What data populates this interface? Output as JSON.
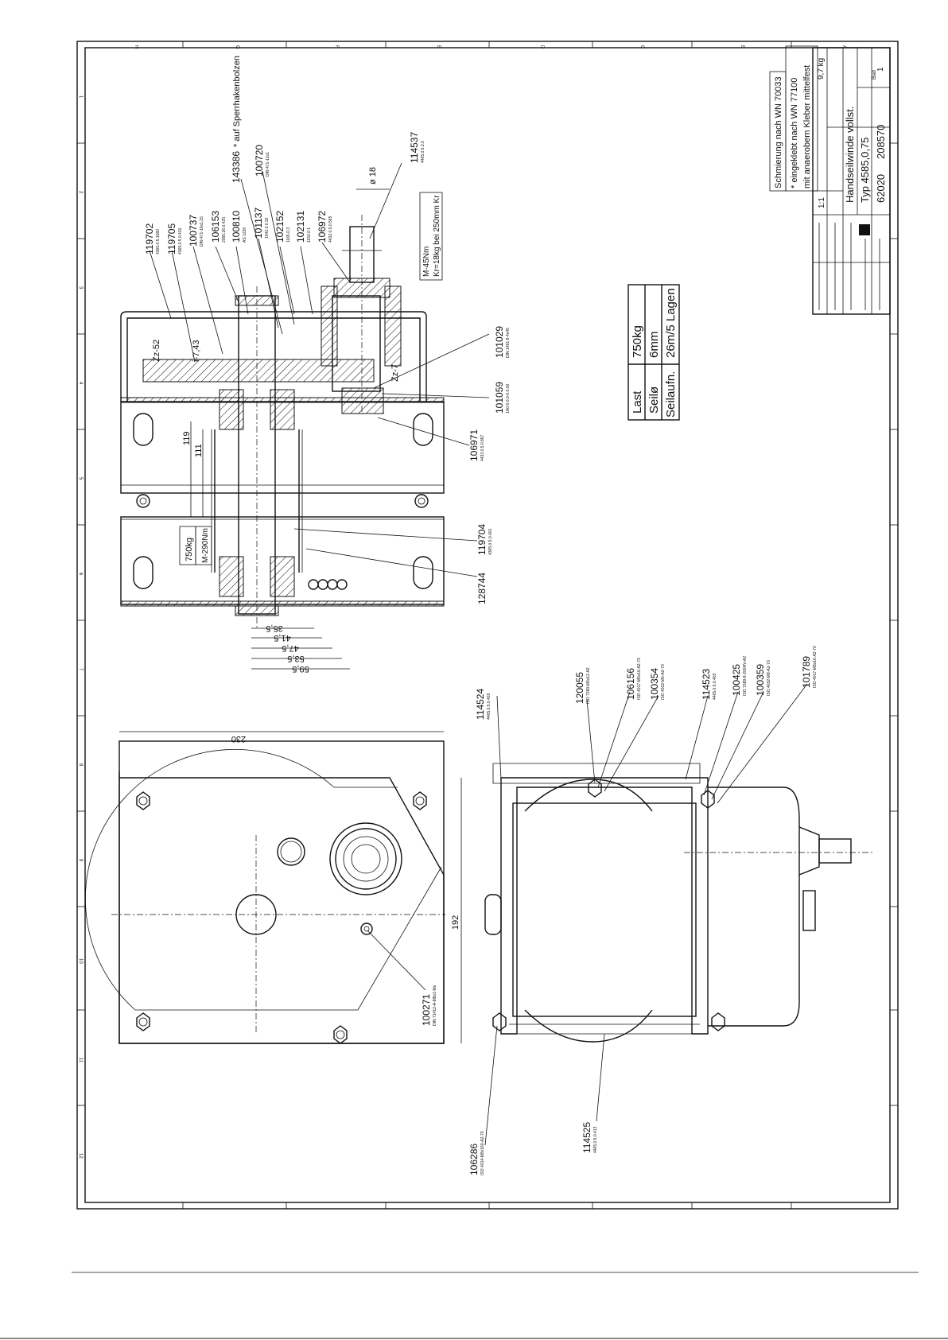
{
  "drawing": {
    "lubrication_note": "Schmierung nach WN 70033",
    "adhesive_note_1": "* eingeklebt nach WN 77100",
    "adhesive_note_2": "mit anaerobem Kleber mittelfest",
    "spec_table": {
      "rows": [
        {
          "label": "Last",
          "value": "750kg"
        },
        {
          "label": "Seilø",
          "value": "6mm"
        },
        {
          "label": "Seilaufn.",
          "value": "26m/5 Lagen"
        }
      ]
    },
    "torque_note_1": "M-45Nm",
    "torque_note_2": "Kr=18kg bei 250mm Kr",
    "load_label": "750kg",
    "moment_label": "M-290Nm",
    "gear_labels": [
      "Zz-52",
      "Zz-7",
      "i-7,43"
    ],
    "shaft_diameter": "ø 18",
    "dimensions": {
      "d119": "119",
      "d111": "111",
      "d35_5": "35,5",
      "d41_5": "41,5",
      "d47_5": "47,5",
      "d53_5": "53,5",
      "d59_5": "59,5",
      "d230": "230",
      "d192": "192"
    },
    "parts_top": [
      {
        "num": "119702",
        "sub": "4365.0.5.1080"
      },
      {
        "num": "119705",
        "sub": "4365.0.5.0.410"
      },
      {
        "num": "100737",
        "sub": "DIN 471-16x1,15"
      },
      {
        "num": "106153",
        "sub": "2095.26.0.425"
      },
      {
        "num": "100810",
        "sub": "AS 1226"
      },
      {
        "num": "101137",
        "sub": "1042.3.0.32"
      },
      {
        "num": "143386",
        "sub": "* auf Sperrhakenbolzen"
      },
      {
        "num": "100720",
        "sub": "DIN 471-12x1"
      },
      {
        "num": "102152",
        "sub": "1165.0.3"
      },
      {
        "num": "102131",
        "sub": "1153.0.1"
      },
      {
        "num": "106972",
        "sub": "4432.0.5.0.565"
      },
      {
        "num": "114537",
        "sub": "4465.0.5.3.0"
      }
    ],
    "parts_bottom_right": [
      {
        "num": "101029",
        "sub": "DIN 1481 8-4x45"
      },
      {
        "num": "101059",
        "sub": "1A0-0.0.0-0.0.00"
      },
      {
        "num": "106971",
        "sub": "4432.0.5.0.867"
      },
      {
        "num": "119704",
        "sub": "4365.0.5.0.401"
      },
      {
        "num": "128744",
        "sub": ""
      }
    ],
    "parts_side_view": [
      {
        "num": "114524",
        "sub": "4465.0.5.0.403"
      },
      {
        "num": "120055",
        "sub": "ISO 7380-M6x12-A2"
      },
      {
        "num": "106156",
        "sub": "ISO 4017-M6x16-A2-70"
      },
      {
        "num": "100354",
        "sub": "ISO 4032-M6-A2-70"
      },
      {
        "num": "114523",
        "sub": "4465.0.5.0.403"
      },
      {
        "num": "100425",
        "sub": "ISO 7089-8-200HV-A2"
      },
      {
        "num": "100359",
        "sub": "ISO 4032-M8-A2-70"
      },
      {
        "num": "101789",
        "sub": "ISO 4017-M8x16-A2-70"
      },
      {
        "num": "114525",
        "sub": "4465.0.5.0.413"
      },
      {
        "num": "106286",
        "sub": "ISO 4014-M8x160-A2-70"
      }
    ],
    "parts_front_view": [
      {
        "num": "100271",
        "sub": "DIN 71412-A-M8x1-Ms"
      }
    ],
    "title_block": {
      "title_1": "Handseilwinde vollst.",
      "title_2": "Typ 4585,0,75",
      "order_no": "62020",
      "drawing_no": "208570",
      "sheet_label": "Blatt",
      "sheet_no": "1",
      "weight": "9,7 kg",
      "scale": "1:1"
    },
    "grid_letters": [
      "H",
      "G",
      "F",
      "E",
      "D",
      "C",
      "B",
      "A"
    ],
    "grid_numbers": [
      "1",
      "2",
      "3",
      "4",
      "5",
      "6",
      "7",
      "8",
      "9",
      "10",
      "11",
      "12"
    ]
  }
}
